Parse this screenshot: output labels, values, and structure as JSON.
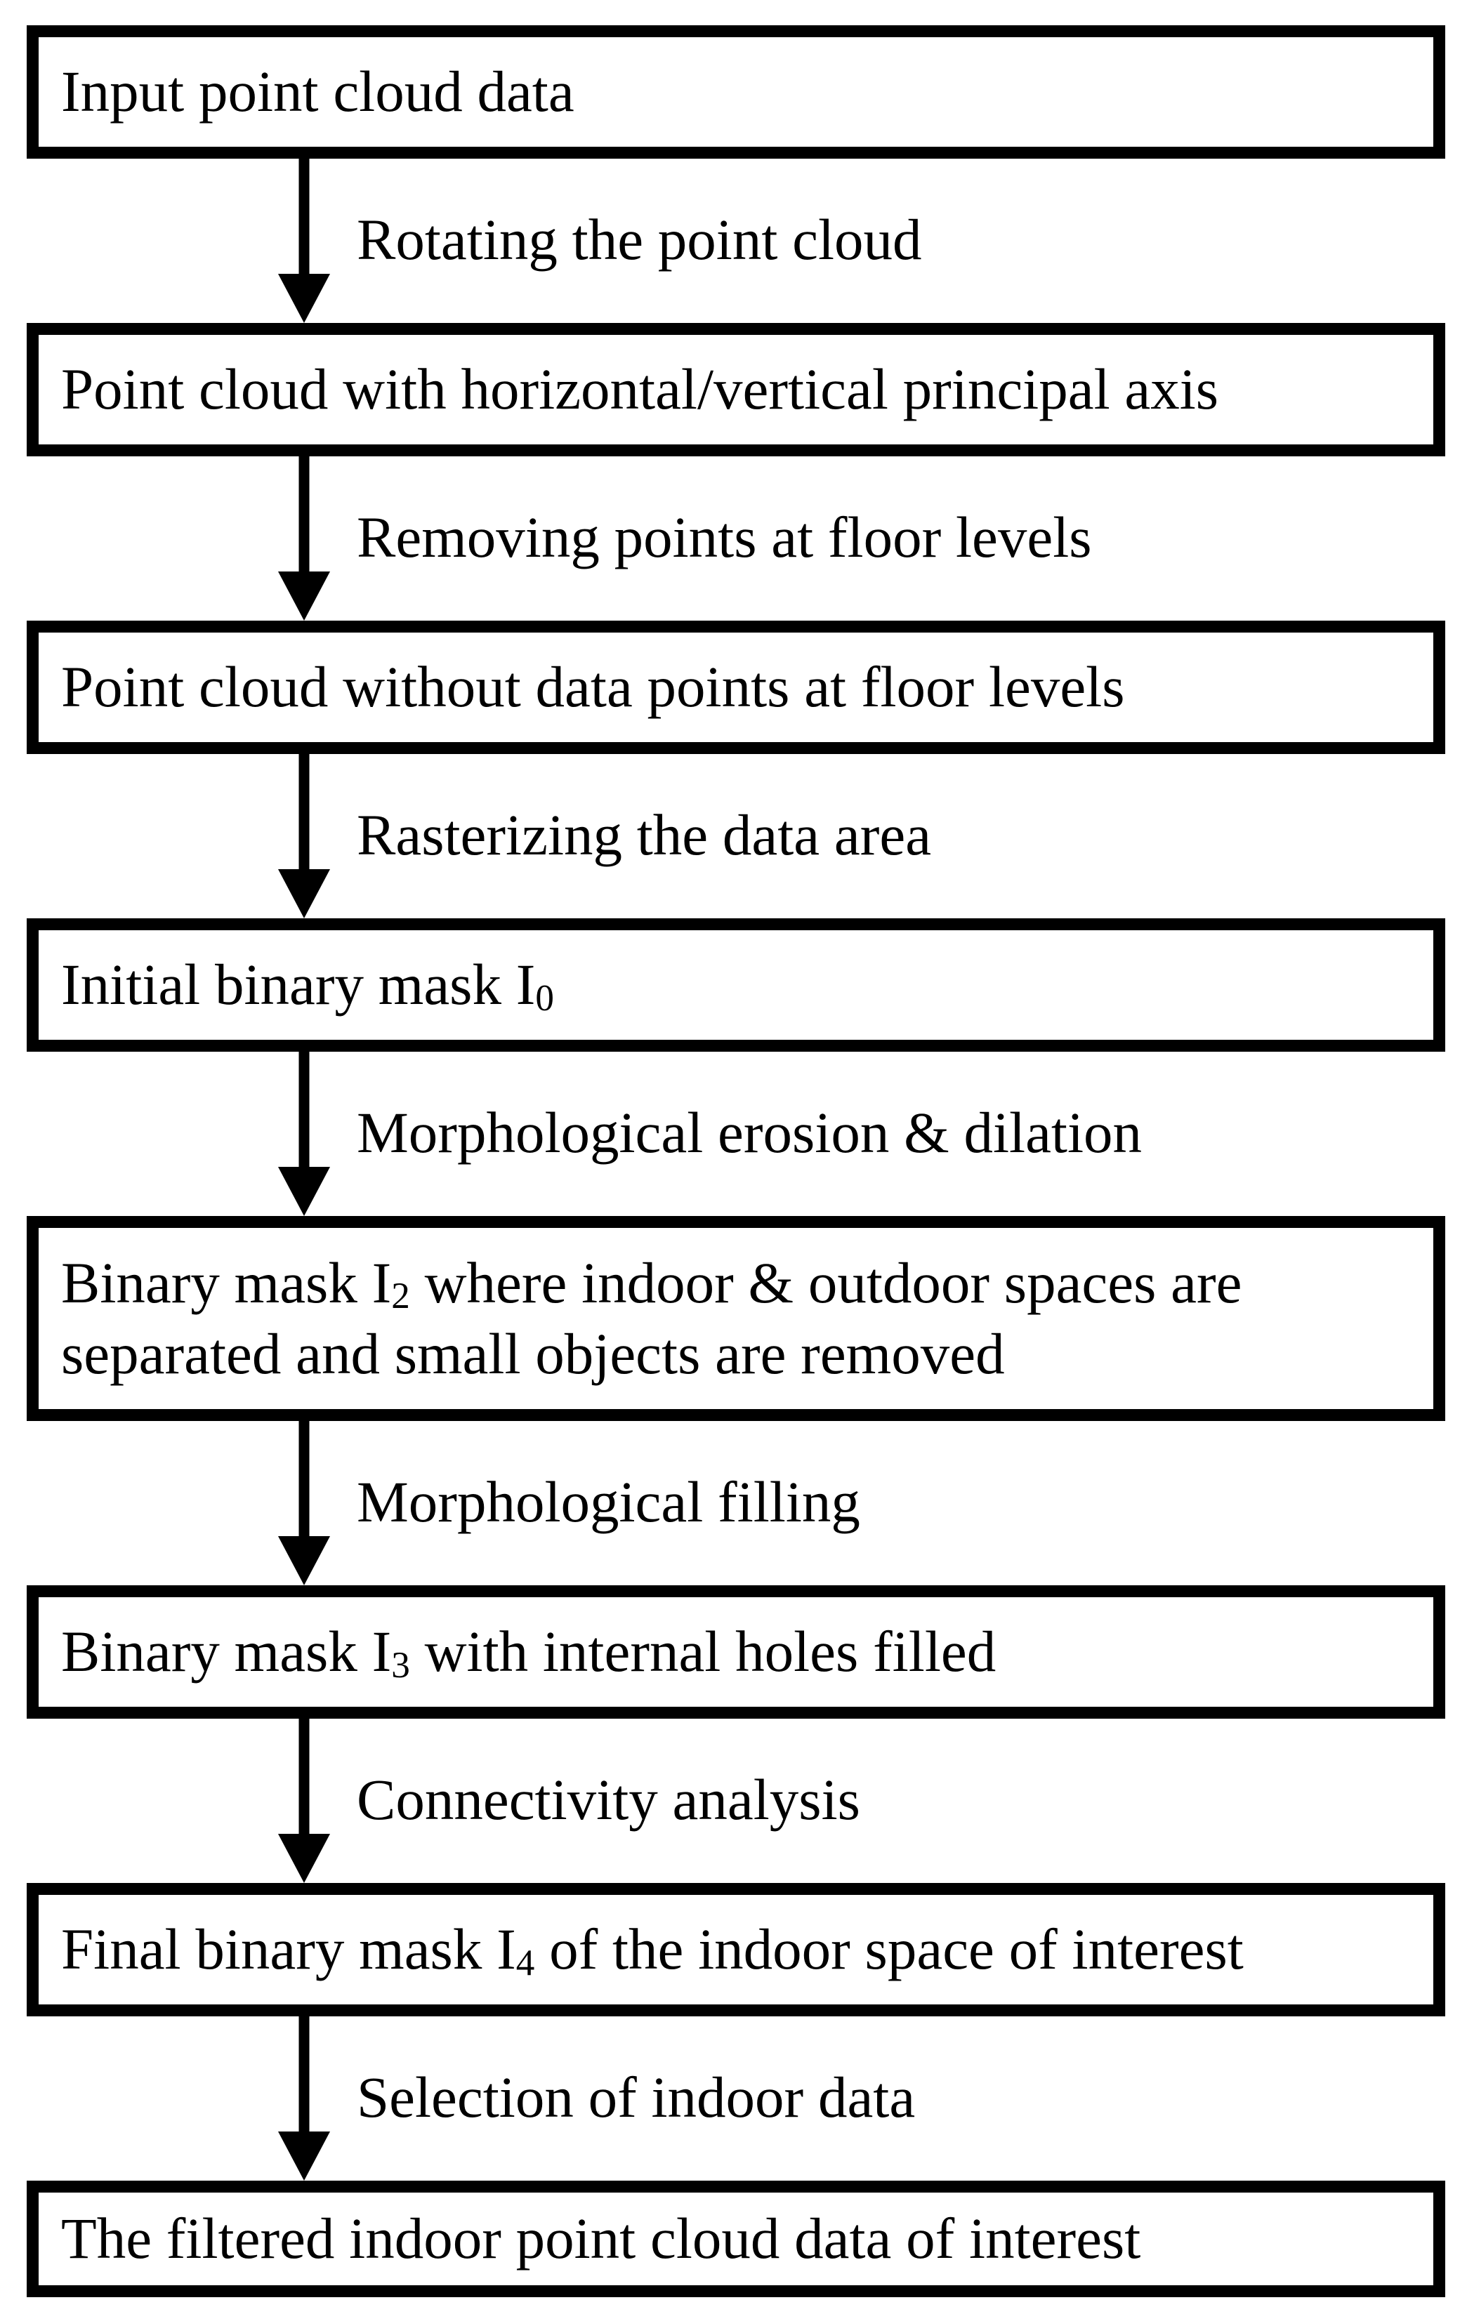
{
  "flow": {
    "title": "Indoor point cloud filtering pipeline flowchart",
    "colors": {
      "line": "#000000",
      "text": "#000000",
      "background": "#ffffff"
    },
    "boxes": [
      {
        "before": "Input point cloud data",
        "sub": "",
        "after": ""
      },
      {
        "before": "Point cloud with horizontal/vertical principal axis",
        "sub": "",
        "after": ""
      },
      {
        "before": "Point cloud without data points at floor levels",
        "sub": "",
        "after": ""
      },
      {
        "before": "Initial binary mask I",
        "sub": "0",
        "after": ""
      },
      {
        "before": "Binary mask I",
        "sub": "2",
        "after": " where indoor & outdoor spaces are separated and small objects are removed"
      },
      {
        "before": "Binary mask I",
        "sub": "3",
        "after": " with internal holes filled"
      },
      {
        "before": "Final binary mask I",
        "sub": "4",
        "after": " of the indoor space of interest"
      },
      {
        "before": "The filtered indoor point cloud data of interest",
        "sub": "",
        "after": ""
      }
    ],
    "arrow_labels": [
      "Rotating the point cloud",
      "Removing points at floor levels",
      "Rasterizing the data area",
      "Morphological erosion & dilation",
      "Morphological filling",
      "Connectivity analysis",
      "Selection of indoor data"
    ]
  }
}
